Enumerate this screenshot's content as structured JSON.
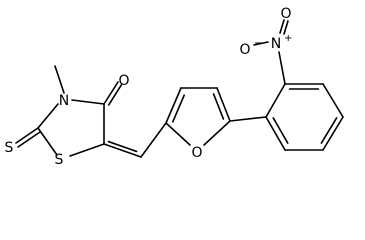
{
  "molecule": {
    "atom_labels": {
      "N3": "N",
      "O4": "O",
      "S1": "S",
      "S_thione": "S",
      "O_furan": "O",
      "N_nitro": "N",
      "N_nitro_charge": "+",
      "O_nitro_a": "O",
      "O_nitro_a_charge": "−",
      "O_nitro_b": "O"
    }
  }
}
